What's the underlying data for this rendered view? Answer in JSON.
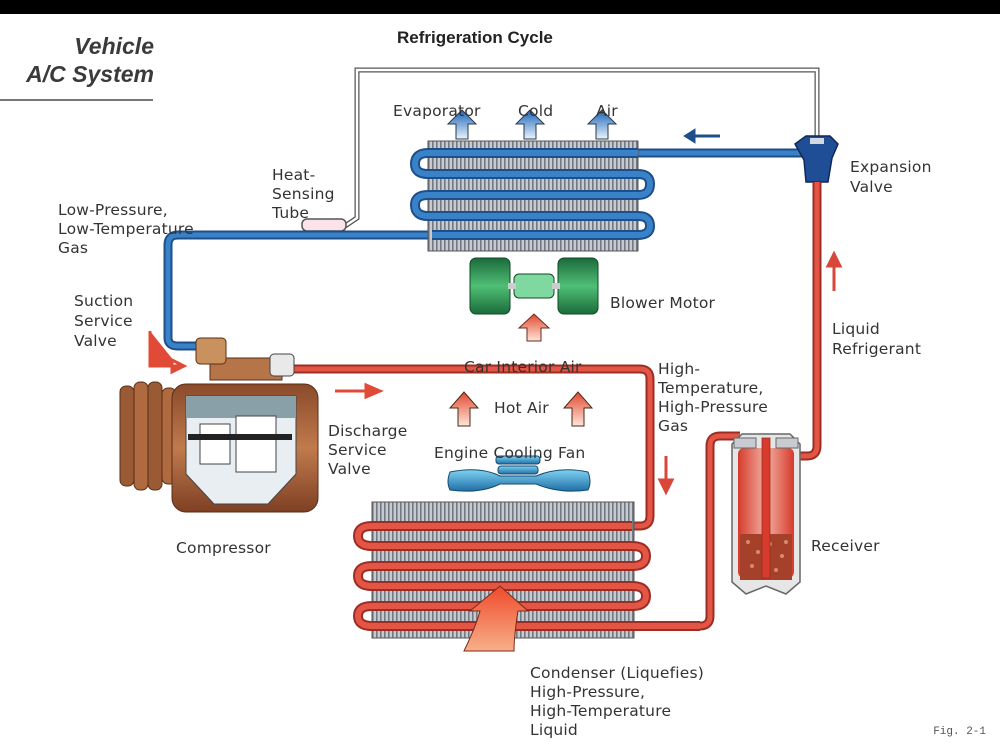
{
  "header": {
    "heading_line1": "Vehicle",
    "heading_line2": "A/C System",
    "title": "Refrigeration Cycle"
  },
  "labels": {
    "evaporator": "Evaporator",
    "cold": "Cold",
    "air": "Air",
    "heat_sensing_tube": [
      "Heat-",
      "Sensing",
      "Tube"
    ],
    "low_pressure_gas": [
      "Low-Pressure,",
      "Low-Temperature",
      "Gas"
    ],
    "suction_service_valve": [
      "Suction",
      "Service",
      "Valve"
    ],
    "expansion_valve": [
      "Expansion",
      "Valve"
    ],
    "blower_motor": "Blower Motor",
    "liquid_refrigerant": [
      "Liquid",
      "Refrigerant"
    ],
    "car_interior_air": "Car Interior Air",
    "high_temp_gas": [
      "High-",
      "Temperature,",
      "High-Pressure",
      "Gas"
    ],
    "hot_air": "Hot Air",
    "discharge_service_valve": [
      "Discharge",
      "Service",
      "Valve"
    ],
    "engine_cooling_fan": "Engine Cooling Fan",
    "compressor": "Compressor",
    "receiver": "Receiver",
    "condenser": [
      "Condenser (Liquefies)",
      "High-Pressure,",
      "High-Temperature",
      "Liquid"
    ]
  },
  "figure_number": "Fig. 2-1",
  "colors": {
    "low_pressure_line": "#2e6fb5",
    "high_pressure_line": "#d9463a",
    "compressor_body": "#a8643c",
    "blower_motor": "#1f8a4a",
    "fan": "#3a9fd0"
  }
}
